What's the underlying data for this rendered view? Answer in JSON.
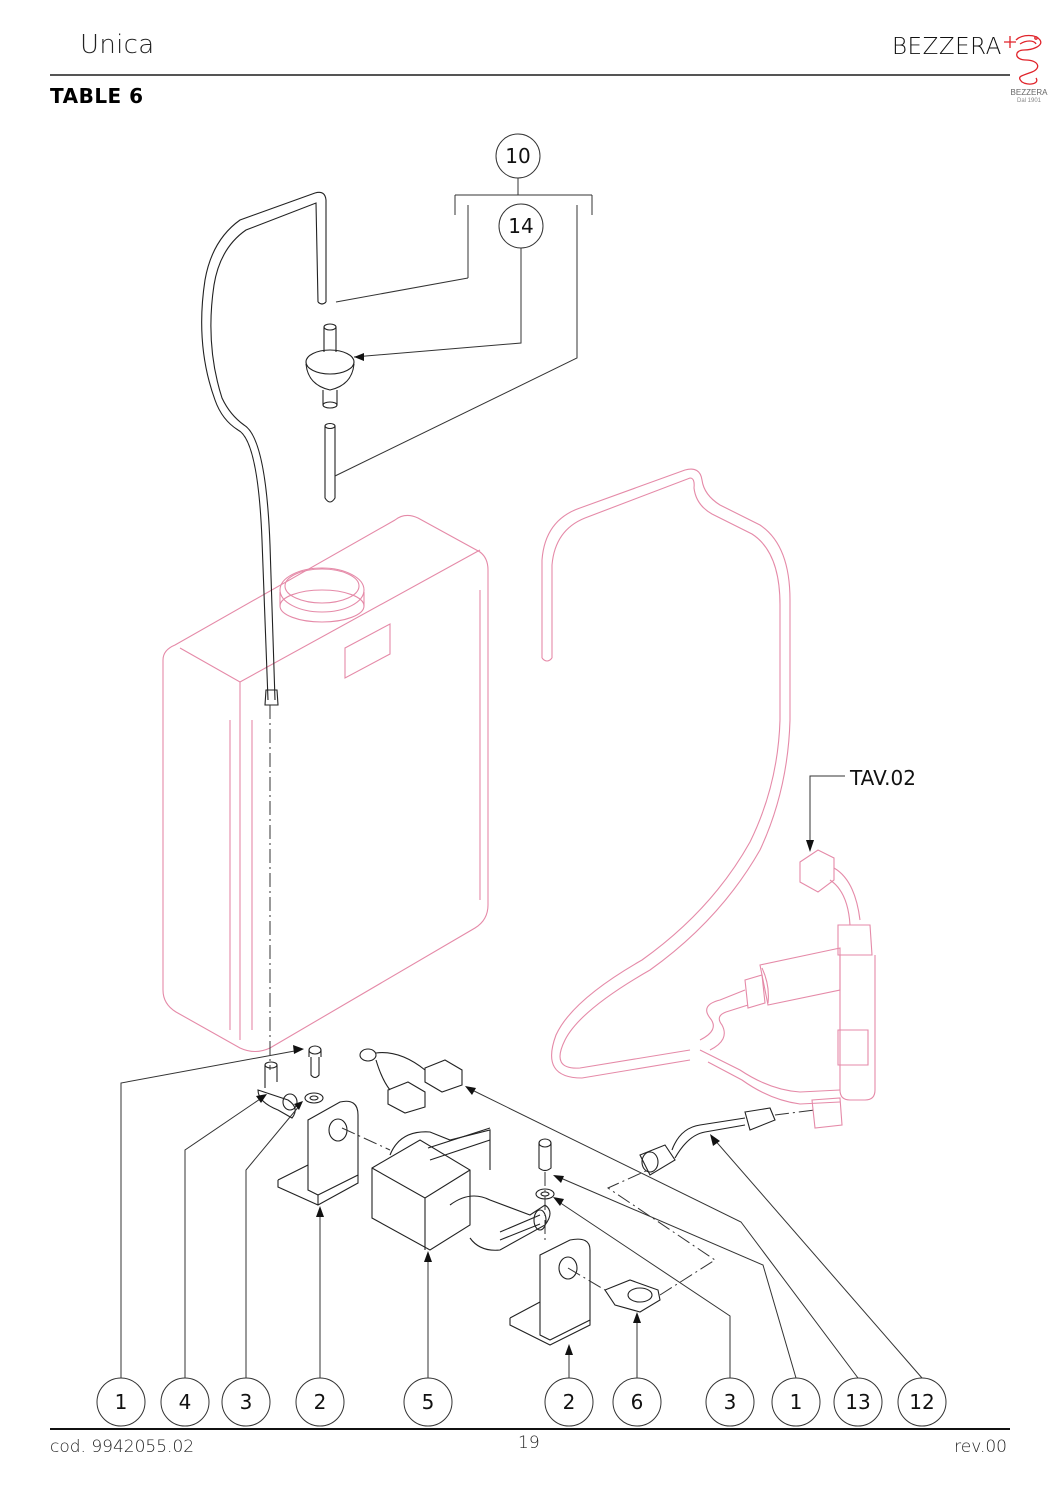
{
  "header": {
    "model": "Unica",
    "table_label": "TABLE 6",
    "brand": "BEZZERA",
    "logo_text": "BEZZERA",
    "logo_tagline": "Dal 1901",
    "brand_colors": {
      "logo_red": "#e0232a",
      "tank_outline_pink": "#e58aa8"
    }
  },
  "diagram": {
    "type": "exploded parts diagram",
    "reference_callout": "TAV.02",
    "top_callouts": [
      "10",
      "14"
    ],
    "bottom_callouts": [
      "1",
      "4",
      "3",
      "2",
      "5",
      "2",
      "6",
      "3",
      "1",
      "13",
      "12"
    ]
  },
  "footer": {
    "code": "cod. 9942055.02",
    "page_number": "19",
    "revision": "rev.00"
  }
}
